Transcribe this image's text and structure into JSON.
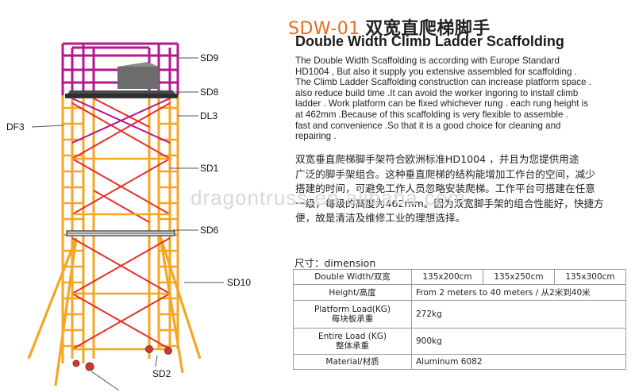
{
  "header": {
    "model": "SDW-01",
    "title_cn": "双宽直爬梯脚手",
    "title_en": "Double Width Climb Ladder Scaffolding"
  },
  "description_en": "The Double Width Scaffolding is according with Europe Standard\nHD1004 , But also it supply you extensive assembled for scaffolding .\nThe Climb Ladder Scaffolding construction can increase platform space .\nalso reduce build time .It can avoid the worker ingoring to install climb\nladder . Work platform can be fixed whichever rung . each rung height is\nat 462mm .Because of this scaffolding is very flexible to assemble .\nfast  and convenience .So that it is a good choice for cleaning and\nrepairing .",
  "description_cn": "双宽垂直爬梯脚手架符合欧洲标准HD1004 ，并且为您提供用途\n广泛的脚手架组合。这种垂直爬梯的结构能增加工作台的空间，减少\n搭建的时间，可避免工作人员忽略安装爬梯。工作平台可搭建在任意\n一级，每级的高度为462mm。因为双宽脚手架的组合性能好，快捷方\n便，故是清洁及维修工业的理想选择。",
  "watermark": "dragontruss.en.alibaba.com",
  "dimension_label": "尺寸：dimension",
  "table": {
    "rows": [
      {
        "label": "Double Width/双宽",
        "values": [
          "135x200cm",
          "135x250cm",
          "135x300cm"
        ]
      },
      {
        "label": "Height/高度",
        "value": "From 2 meters to 40 meters / 从2米到40米"
      },
      {
        "label_line1": "Platform Load(KG)",
        "label_line2": "每块板承重",
        "value": "272kg"
      },
      {
        "label_line1": "Entire Load (KG)",
        "label_line2": "整体承重",
        "value": "900kg"
      },
      {
        "label": "Material/材质",
        "value": "Aluminum 6082"
      }
    ]
  },
  "callouts": {
    "sd9": "SD9",
    "sd8": "SD8",
    "dl3": "DL3",
    "df3": "DF3",
    "sd1": "SD1",
    "sd6": "SD6",
    "sd10": "SD10",
    "sd2": "SD2"
  },
  "colors": {
    "orange_frame": "#f5a623",
    "purple_frame": "#b5178f",
    "red_brace": "#e53027",
    "title_orange": "#ec6a1c"
  }
}
